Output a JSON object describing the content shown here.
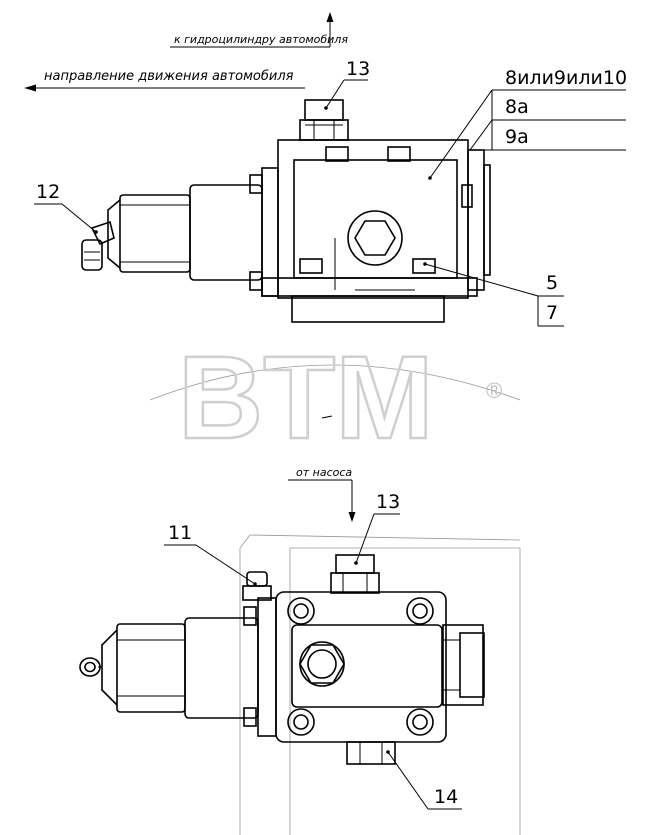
{
  "notes": {
    "to_cylinder": "к гидроцилиндру автомобиля",
    "direction": "направление движения автомобиля",
    "from_pump": "от насоса"
  },
  "callouts": {
    "c13_top": "13",
    "c8": "8или9или10",
    "c8a": "8а",
    "c9a": "9а",
    "c12": "12",
    "c5": "5",
    "c7": "7",
    "c11": "11",
    "c13_bottom": "13",
    "c14": "14"
  },
  "watermark": {
    "text": "BTM",
    "mark": "®"
  },
  "icons": [
    "arrow-left-icon",
    "arrow-up-icon",
    "arrow-down-icon"
  ]
}
